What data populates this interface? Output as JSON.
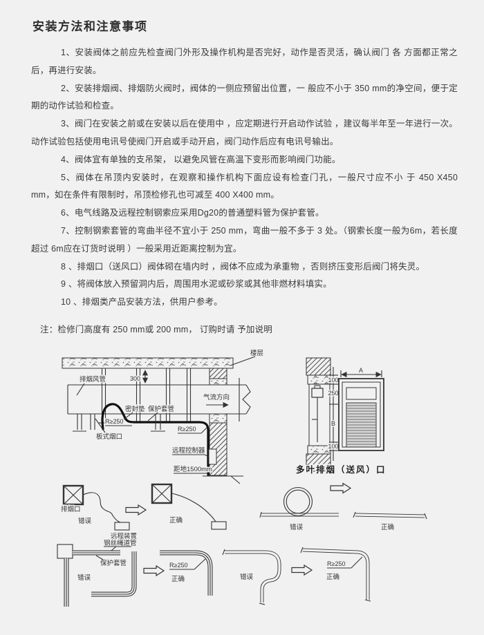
{
  "page": {
    "title": "安装方法和注意事项",
    "items": [
      "1、安装阀体之前应先检查阀门外形及操作机构是否完好，动作是否灵活，确认阀门 各 方面都正常之后，再进行安装。",
      "2、安装排烟阀、排烟防火阀时，阀体的一侧应预留出位置，一 般应不小于 350 mm的净空间，便于定期的动作试验和检查。",
      "3、阀门在安装之前或在安装以后在使用中 ，应定期进行开启动作试验 ，建议每半年至一年进行一次。动作试验包括使用电讯号使阀门开启或手动开启，阀门动作后应有电讯号输出。",
      "4、阀体宜有单独的支吊架， 以避免风管在高温下变形而影响阀门功能。",
      "5、阀体在吊顶内安装时，在观察和操作机构下面应设有检查门孔，一般尺寸应不小 于 450 X450 mm，如在条件有限制时，吊顶检修孔也可减至 400 X400 mm。",
      "6、电气线路及远程控制钢索应采用Dg20的普通塑料管为保护套管。",
      "7、控制钢索套管的弯曲半径不宜小于 250 mm，弯曲一般不多于 3 处。（钢索长度一般为6m，若长度超过 6m应在订货时说明 ）一般采用近距离控制为宜。",
      "8 、排烟口（送风口）阀体砌在墙内时 ，阀体不应成为承重物 ，否则挤压变形后阀门将失灵。",
      "9 、将阀体放入预留洞内后，周围用水泥或砂浆或其他非燃材料填实。",
      "10 、排烟类产品安装方法，供用户参考。"
    ],
    "note": "注：检修门高度有 250 mm或 200 mm， 订购时请 予加说明"
  },
  "diagrams": {
    "duct_section": {
      "floor_label": "楼层",
      "duct_label": "排烟风管",
      "gap_dim": "300",
      "seal_label": "密封垫",
      "sleeve_label": "保护套管",
      "airflow_label": "气流方向",
      "radius_top": "R≥250",
      "radius_wall": "R≥250",
      "plate_port_label": "板式烟口",
      "remote_label": "远程控制器",
      "height_label": "距地1500mm"
    },
    "louver_port": {
      "caption": "多叶排烟（送风）口",
      "dim_a": "A",
      "dim_b": "B",
      "dim_top": "100",
      "dim_mid": "250",
      "dim_bottom": "100"
    },
    "cable_routing": {
      "port_label": "排烟口",
      "wrong": "错误",
      "correct": "正确",
      "device_label": "远程装置"
    },
    "cable_loop": {
      "wrong": "错误",
      "correct": "正确"
    },
    "conduit_bend_left": {
      "conduit_label": "钢丝绳道管",
      "sleeve_label": "保护套管",
      "wrong": "错误",
      "radius": "R≥250",
      "correct": "正确"
    },
    "conduit_bend_right": {
      "wrong": "错误",
      "radius": "R≥250",
      "correct": "正确"
    }
  }
}
